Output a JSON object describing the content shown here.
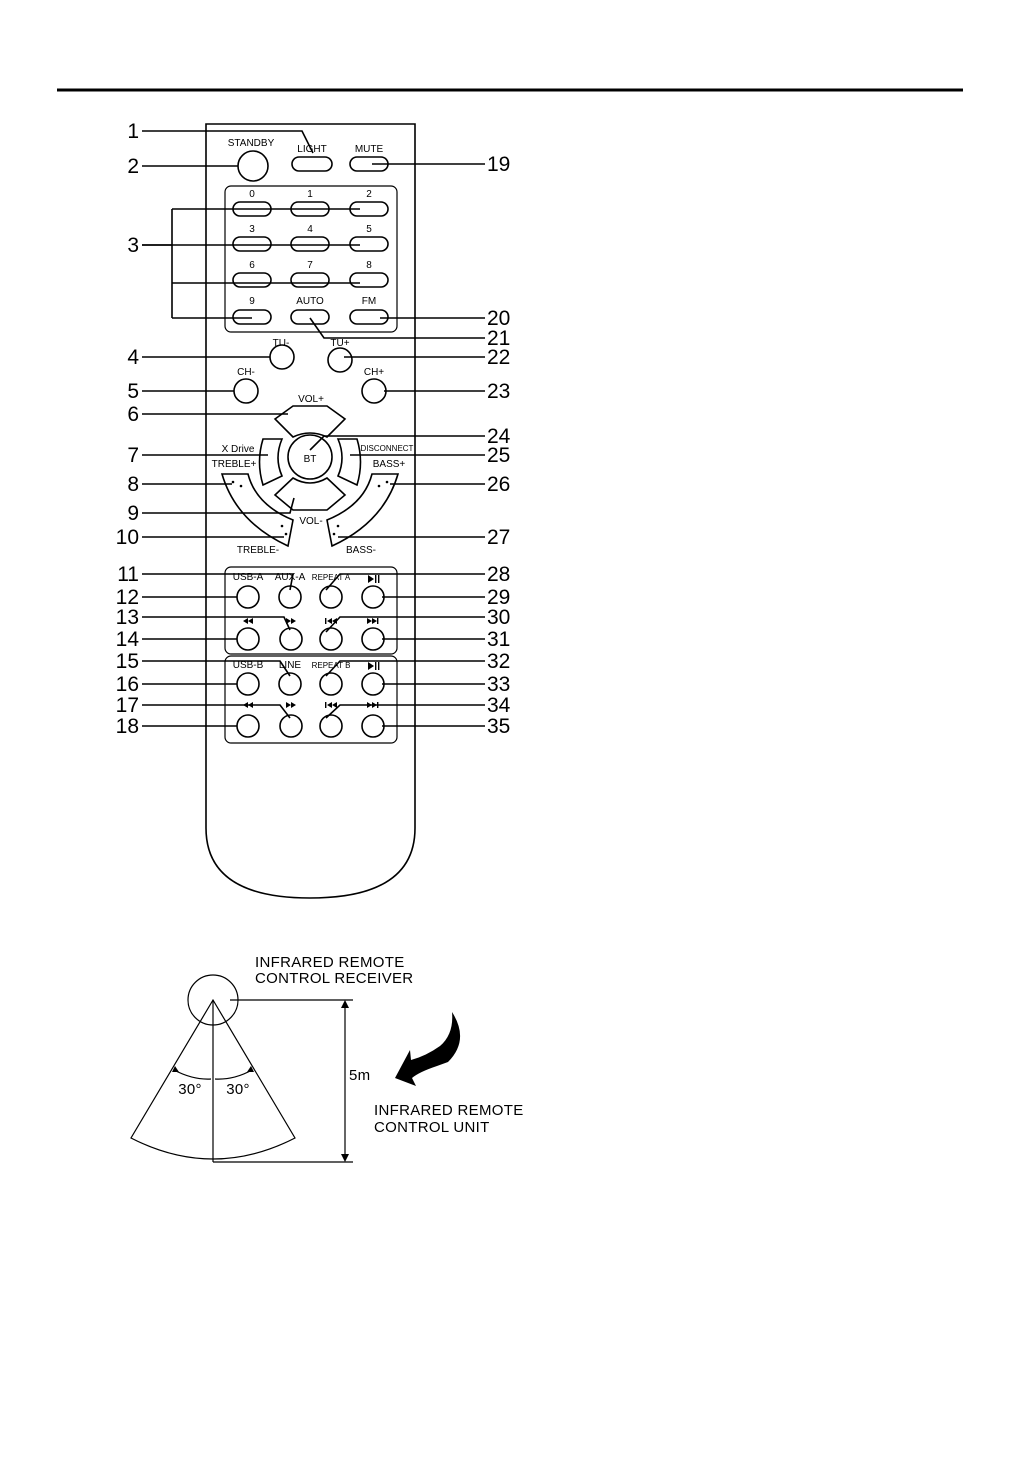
{
  "remote": {
    "buttons": {
      "standby": "STANDBY",
      "light": "LIGHT",
      "mute": "MUTE",
      "digits": [
        "0",
        "1",
        "2",
        "3",
        "4",
        "5",
        "6",
        "7",
        "8",
        "9"
      ],
      "auto": "AUTO",
      "fm": "FM",
      "tu_minus": "TU-",
      "tu_plus": "TU+",
      "ch_minus": "CH-",
      "ch_plus": "CH+",
      "vol_plus": "VOL+",
      "vol_minus": "VOL-",
      "x_drive": "X Drive",
      "bt": "BT",
      "disconnect": "DISCONNECT",
      "treble_plus": "TREBLE+",
      "treble_minus": "TREBLE-",
      "bass_plus": "BASS+",
      "bass_minus": "BASS-",
      "usb_a": "USB-A",
      "aux_a": "AUX-A",
      "repeat_a": "REPEAT A",
      "usb_b": "USB-B",
      "line": "LINE",
      "repeat_b": "REPEAT B"
    },
    "icons": [
      "play-pause-icon",
      "rewind-icon",
      "fast-forward-icon",
      "previous-track-icon",
      "next-track-icon"
    ]
  },
  "callouts": {
    "left": [
      "1",
      "2",
      "3",
      "4",
      "5",
      "6",
      "7",
      "8",
      "9",
      "10",
      "11",
      "12",
      "13",
      "14",
      "15",
      "16",
      "17",
      "18"
    ],
    "right": [
      "19",
      "20",
      "21",
      "22",
      "23",
      "24",
      "25",
      "26",
      "27",
      "28",
      "29",
      "30",
      "31",
      "32",
      "33",
      "34",
      "35"
    ]
  },
  "ir_diagram": {
    "receiver_line1": "INFRARED REMOTE",
    "receiver_line2": "CONTROL RECEIVER",
    "unit_line1": "INFRARED REMOTE",
    "unit_line2": "CONTROL UNIT",
    "distance": "5m",
    "angle_left": "30°",
    "angle_right": "30°"
  }
}
